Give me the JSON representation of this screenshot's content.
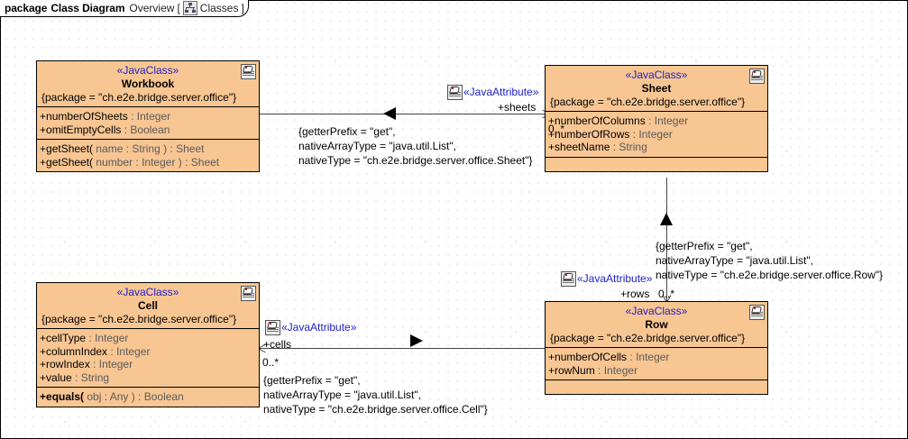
{
  "frame": {
    "keyword": "package",
    "diagram_type": "Class Diagram",
    "view": "Overview",
    "bracket_open": "[",
    "package_icon": "package-tree-icon",
    "package_name": "Classes",
    "bracket_close": "]"
  },
  "classes": [
    {
      "id": "workbook",
      "stereotype": "«JavaClass»",
      "name": "Workbook",
      "property": "{package = \"ch.e2e.bridge.server.office\"}",
      "icon": "javaclass-icon",
      "attributes": [
        {
          "vis": "+",
          "name": "numberOfSheets",
          "sep": " : ",
          "type": "Integer"
        },
        {
          "vis": "+",
          "name": "omitEmptyCells",
          "sep": " : ",
          "type": "Boolean"
        }
      ],
      "operations": [
        {
          "vis": "+",
          "name": "getSheet(",
          "sep": " name : String ) : ",
          "type": "Sheet"
        },
        {
          "vis": "+",
          "name": "getSheet(",
          "sep": " number : Integer ) : ",
          "type": "Sheet"
        }
      ]
    },
    {
      "id": "sheet",
      "stereotype": "«JavaClass»",
      "name": "Sheet",
      "property": "{package = \"ch.e2e.bridge.server.office\"}",
      "icon": "javaclass-icon",
      "attributes": [
        {
          "vis": "+",
          "name": "numberOfColumns",
          "sep": " : ",
          "type": "Integer"
        },
        {
          "vis": "+",
          "name": "numberOfRows",
          "sep": " : ",
          "type": "Integer"
        },
        {
          "vis": "+",
          "name": "sheetName",
          "sep": " : ",
          "type": "String"
        }
      ],
      "operations": []
    },
    {
      "id": "cell",
      "stereotype": "«JavaClass»",
      "name": "Cell",
      "property": "{package = \"ch.e2e.bridge.server.office\"}",
      "icon": "javaclass-icon",
      "attributes": [
        {
          "vis": "+",
          "name": "cellType",
          "sep": " : ",
          "type": "Integer"
        },
        {
          "vis": "+",
          "name": "columnIndex",
          "sep": " : ",
          "type": "Integer"
        },
        {
          "vis": "+",
          "name": "rowIndex",
          "sep": " : ",
          "type": "Integer"
        },
        {
          "vis": "+",
          "name": "value",
          "sep": " : ",
          "type": "String"
        }
      ],
      "operations": [
        {
          "vis": "+",
          "name": "equals(",
          "sep": " obj : Any ) : ",
          "type": "Boolean",
          "bold": true
        }
      ]
    },
    {
      "id": "row",
      "stereotype": "«JavaClass»",
      "name": "Row",
      "property": "{package = \"ch.e2e.bridge.server.office\"}",
      "icon": "javaclass-icon",
      "attributes": [
        {
          "vis": "+",
          "name": "numberOfCells",
          "sep": " : ",
          "type": "Integer"
        },
        {
          "vis": "+",
          "name": "rowNum",
          "sep": " : ",
          "type": "Integer"
        }
      ],
      "operations": []
    }
  ],
  "associations": [
    {
      "id": "workbook-sheet",
      "stereotype": "«JavaAttribute»",
      "role": "+sheets",
      "multiplicity": "0..*",
      "constraint_lines": [
        "{getterPrefix = \"get\",",
        "nativeArrayType = \"java.util.List\",",
        "nativeType = \"ch.e2e.bridge.server.office.Sheet\"}"
      ],
      "icon": "javaattribute-icon"
    },
    {
      "id": "sheet-row",
      "stereotype": "«JavaAttribute»",
      "role": "+rows",
      "multiplicity": "0..*",
      "constraint_lines": [
        "{getterPrefix = \"get\",",
        "nativeArrayType = \"java.util.List\",",
        "nativeType = \"ch.e2e.bridge.server.office.Row\"}"
      ],
      "icon": "javaattribute-icon"
    },
    {
      "id": "row-cell",
      "stereotype": "«JavaAttribute»",
      "role": "+cells",
      "multiplicity": "0..*",
      "constraint_lines": [
        "{getterPrefix = \"get\",",
        "nativeArrayType = \"java.util.List\",",
        "nativeType = \"ch.e2e.bridge.server.office.Cell\"}"
      ],
      "icon": "javaattribute-icon"
    }
  ],
  "colors": {
    "class_fill": "#f8c693",
    "class_border": "#000000",
    "stereotype_text": "#2020c8",
    "canvas": "#ffffff",
    "connector": "#444444"
  }
}
